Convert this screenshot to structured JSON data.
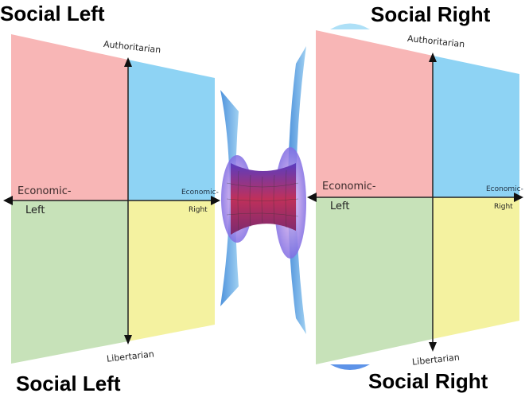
{
  "captions": {
    "top_left": "Social Left",
    "bottom_left": "Social Left",
    "top_right": "Social Right",
    "bottom_right": "Social Right"
  },
  "compass": {
    "top_label": "Authoritarian",
    "bottom_label": "Libertarian",
    "left_label_1": "Economic-",
    "left_label_2": "Left",
    "right_label_1": "Economic-",
    "right_label_2": "Right"
  },
  "colors": {
    "auth_left": "#f8b6b6",
    "auth_right": "#8ed3f4",
    "lib_left": "#c7e2b9",
    "lib_right": "#f4f2a0"
  }
}
